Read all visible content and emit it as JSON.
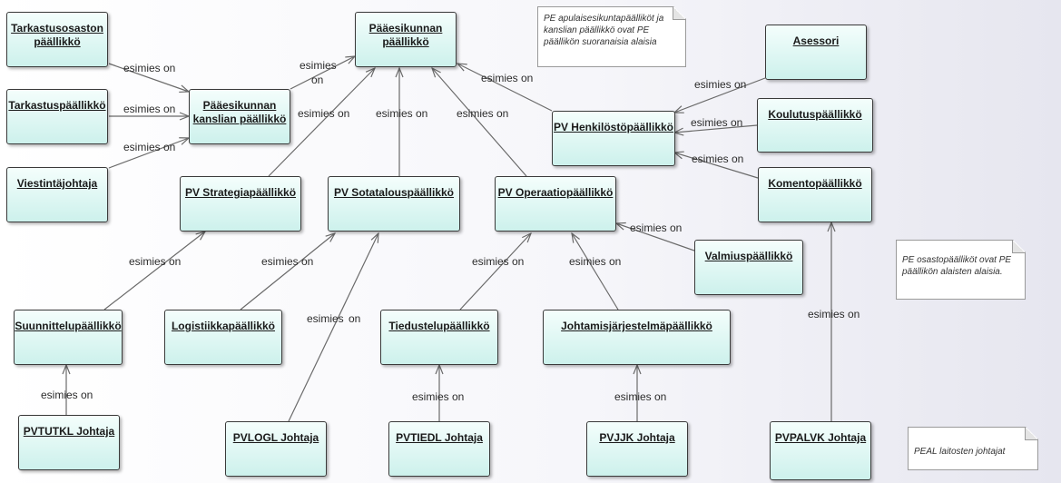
{
  "nodes": {
    "paaesikunnan_paallikko": "Pääesikunnan\npäällikkö",
    "tarkastusosaston_paallikko": "Tarkastusosaston\npäällikkö",
    "tarkastuspaallikko": "Tarkastuspäällikkö",
    "viestintajohtaja": "Viestintäjohtaja",
    "kanslian_paallikko": "Pääesikunnan\nkanslian päällikkö",
    "asessori": "Asessori",
    "henkilostopaallikko": "PV Henkilöstöpäällikkö",
    "koulutuspaallikko": "Koulutuspäällikkö",
    "komentopaallikko": "Komentopäällikkö",
    "strategiapaallikko": "PV Strategiapäällikkö",
    "sotatalouspaallikko": "PV Sotatalouspäällikkö",
    "operaatiopaallikko": "PV Operaatiopäällikkö",
    "valmiuspaallikko": "Valmiuspäällikkö",
    "suunnittelupaallikko": "Suunnittelupäällikkö",
    "logistiikkapaallikko": "Logistiikkapäällikkö",
    "tiedustelupaallikko": "Tiedustelupäällikkö",
    "johtamisjarjestelmapaallikko": "Johtamisjärjestelmäpäällikkö",
    "pvtutkl_johtaja": "PVTUTKL Johtaja",
    "pvlogl_johtaja": "PVLOGL Johtaja",
    "pvtiedl_johtaja": "PVTIEDL Johtaja",
    "pvjjk_johtaja": "PVJJK Johtaja",
    "pvpalvk_johtaja": "PVPALVK Johtaja"
  },
  "edge_label": "esimies on",
  "edge_label_split": [
    "esimies",
    "on"
  ],
  "notes": {
    "note_1": "PE apulaisesikuntapäälliköt ja kanslian päällikkö ovat PE päällikön suoranaisia alaisia",
    "note_2": "PE osastopäälliköt ovat PE päällikön alaisten alaisia.",
    "note_3": "PEAL laitosten johtajat"
  }
}
